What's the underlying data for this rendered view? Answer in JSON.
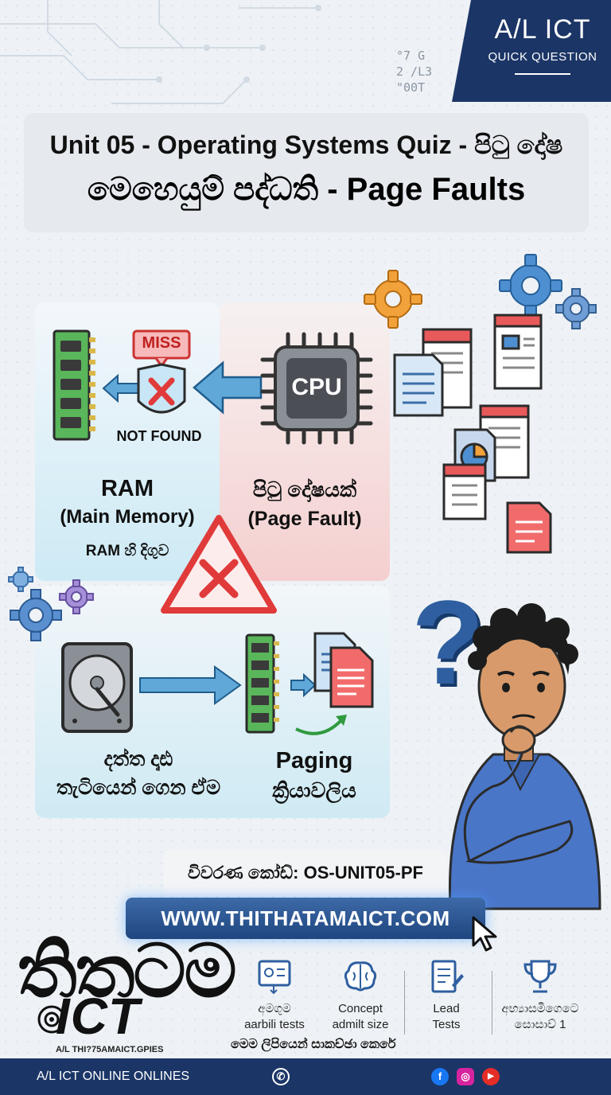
{
  "badge": {
    "line1": "A/L ICT",
    "line2": "QUICK QUESTION"
  },
  "corner_code": [
    "°7 G",
    "2 /L3",
    "\"00T"
  ],
  "title": {
    "line1": "Unit 05 - Operating Systems Quiz - පිටු දෝෂ",
    "line2": "මෙහෙයුම් පද්ධති - Page Faults"
  },
  "diagram": {
    "miss": "MISS",
    "not_found": "NOT FOUND",
    "cpu": "CPU",
    "ram_title": "RAM",
    "ram_sub": "(Main Memory)",
    "ram_si": "RAM හි දිගුව",
    "fault_si": "පිටු දෝෂයක්",
    "fault_en": "(Page Fault)",
    "disk_line1": "දත්ත දෘඪ",
    "disk_line2": "තැටියෙන් ගෙන ඒම",
    "paging_line1": "Paging",
    "paging_line2": "ක්‍රියාවලිය"
  },
  "question_mark": "?",
  "code_label": "විවරණ කෝඩ්: OS-UNIT05-PF",
  "url": "WWW.THITHATAMAICT.COM",
  "logo": {
    "main": "තිතටම",
    "ict": "ICT",
    "sub": "A/L THI?75AMAICT.GPIES"
  },
  "features": [
    {
      "icon": "quiz-icon",
      "line1": "අමගුම",
      "line2": "aarbili tests"
    },
    {
      "icon": "brain-icon",
      "line1": "Concept",
      "line2": "admilt size"
    },
    {
      "icon": "test-doc-icon",
      "line1": "Lead",
      "line2": "Tests"
    },
    {
      "icon": "trophy-icon",
      "line1": "අභ්‍යාසමිගෙටෙ",
      "line2": "සොසාව් 1"
    }
  ],
  "features_caption": "මෙම ලිපියෙන් සාකච්ඡා කෙරේ",
  "footer": {
    "text": "A/L ICT ONLINE ONLINES",
    "whatsapp": "✆",
    "facebook": "f",
    "instagram": "◎",
    "youtube": "▶"
  },
  "colors": {
    "navy": "#1b3566",
    "accent_blue": "#2f5fa0",
    "alert_red": "#e03a3a",
    "ram_green": "#4caf50"
  }
}
